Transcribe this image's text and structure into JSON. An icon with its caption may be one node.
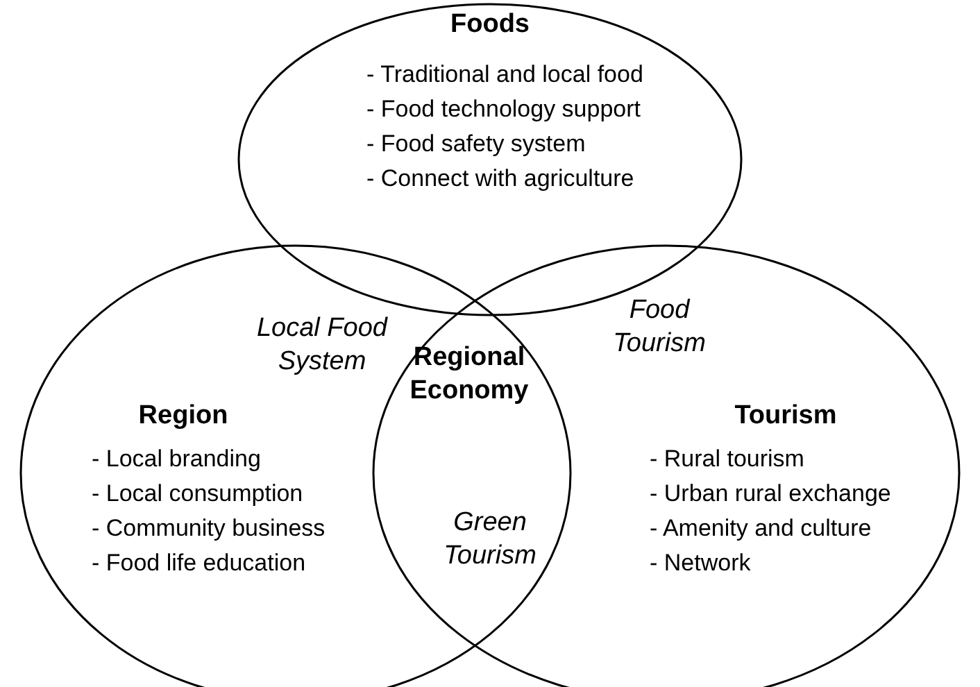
{
  "diagram": {
    "nodes": [
      {
        "text": [
          "Foods",
          "- Traditional and local food",
          "- Food technology support",
          "- Food safety system",
          "- Connect with agriculture"
        ]
      },
      {
        "text": [
          "Region",
          "- Local branding",
          "- Local consumption",
          "- Community business",
          "- Food life education"
        ]
      },
      {
        "text": [
          "Tourism",
          "- Rural tourism",
          "- Urban rural exchange",
          "- Amenity and culture",
          "- Network"
        ]
      }
    ],
    "edges": [],
    "labels": [
      "Local Food System",
      "Food Tourism",
      "Regional Economy",
      "Green Tourism"
    ]
  }
}
